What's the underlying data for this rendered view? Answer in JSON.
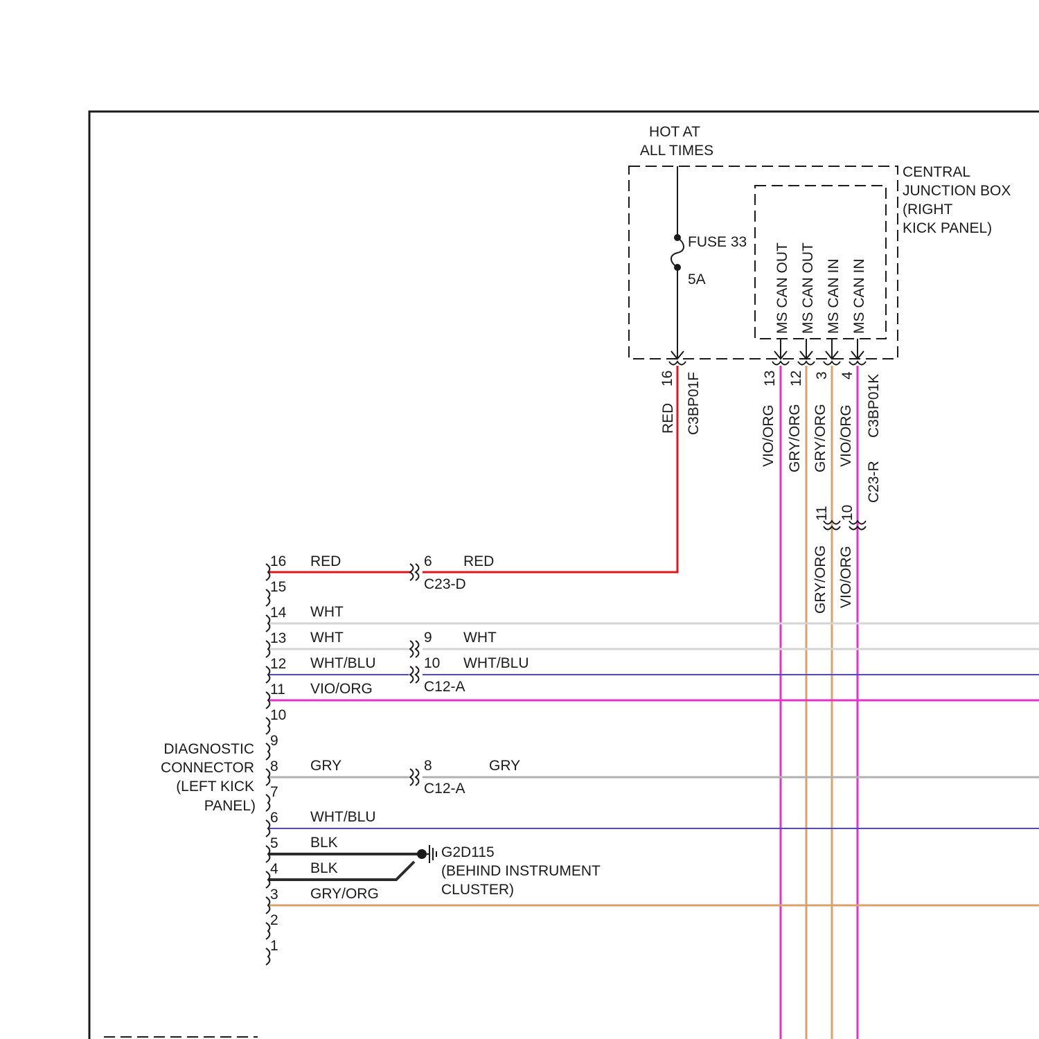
{
  "junction_box": {
    "hot_label_1": "HOT AT",
    "hot_label_2": "ALL TIMES",
    "name_1": "CENTRAL",
    "name_2": "JUNCTION BOX",
    "name_3": "(RIGHT",
    "name_4": "KICK PANEL)",
    "fuse_name": "FUSE 33",
    "fuse_rating": "5A",
    "outputs": [
      "MS CAN OUT",
      "MS CAN OUT",
      "MS CAN IN",
      "MS CAN IN"
    ],
    "pins": [
      "16",
      "13",
      "12",
      "3",
      "4"
    ],
    "connector_f": "C3BP01F",
    "connector_k": "C3BP01K",
    "connector_c23r": "C23-R",
    "c23r_pins": [
      "11",
      "10"
    ]
  },
  "vertical_wires": {
    "red": "RED",
    "w1": "VIO/ORG",
    "w2": "GRY/ORG",
    "w3": "GRY/ORG",
    "w4": "VIO/ORG",
    "w3_lower": "GRY/ORG",
    "w4_lower": "VIO/ORG"
  },
  "diagnostic_connector": {
    "label_1": "DIAGNOSTIC",
    "label_2": "CONNECTOR",
    "label_3": "(LEFT KICK",
    "label_4": "PANEL)",
    "pins": [
      "16",
      "15",
      "14",
      "13",
      "12",
      "11",
      "10",
      "9",
      "8",
      "7",
      "6",
      "5",
      "4",
      "3",
      "2",
      "1"
    ],
    "wire_colors": {
      "p16": "RED",
      "p14": "WHT",
      "p13": "WHT",
      "p12": "WHT/BLU",
      "p11": "VIO/ORG",
      "p8": "GRY",
      "p6": "WHT/BLU",
      "p5": "BLK",
      "p4": "BLK",
      "p3": "GRY/ORG"
    }
  },
  "inline_connectors": {
    "c23d_pin": "6",
    "c23d_color": "RED",
    "c23d_name": "C23-D",
    "c12a_pin9": "9",
    "c12a_pin9_color": "WHT",
    "c12a_pin10": "10",
    "c12a_pin10_color": "WHT/BLU",
    "c12a_name": "C12-A",
    "c12a_pin8": "8",
    "c12a_pin8_color": "GRY",
    "c12a_name_2": "C12-A"
  },
  "ground": {
    "name": "G2D115",
    "loc_1": "(BEHIND INSTRUMENT",
    "loc_2": "CLUSTER)"
  },
  "colors": {
    "red": "#e0151b",
    "violet_orange": "#e233c9",
    "gray_orange": "#d8a36a",
    "white": "#d4d4d4",
    "white_blue": "#4f46d8",
    "gray": "#b0b0b0",
    "black": "#2b2b2b"
  }
}
